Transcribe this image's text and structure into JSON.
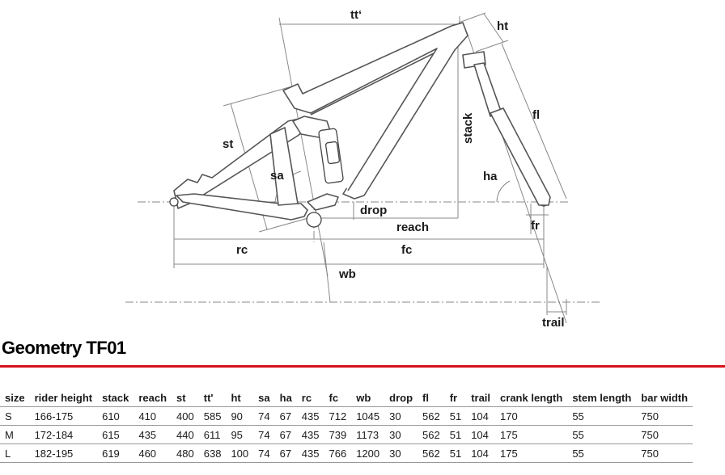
{
  "diagram": {
    "labels": {
      "tt": "tt‘",
      "ht": "ht",
      "fl": "fl",
      "stack": "stack",
      "st": "st",
      "sa": "sa",
      "ha": "ha",
      "drop": "drop",
      "reach": "reach",
      "fr": "fr",
      "rc": "rc",
      "fc": "fc",
      "wb": "wb",
      "trail": "trail"
    }
  },
  "title": "Geometry TF01",
  "table": {
    "headers": [
      "size",
      "rider height",
      "stack",
      "reach",
      "st",
      "tt'",
      "ht",
      "sa",
      "ha",
      "rc",
      "fc",
      "wb",
      "drop",
      "fl",
      "fr",
      "trail",
      "crank length",
      "stem length",
      "bar width"
    ],
    "rows": [
      [
        "S",
        "166-175",
        "610",
        "410",
        "400",
        "585",
        "90",
        "74",
        "67",
        "435",
        "712",
        "1045",
        "30",
        "562",
        "51",
        "104",
        "170",
        "55",
        "750"
      ],
      [
        "M",
        "172-184",
        "615",
        "435",
        "440",
        "611",
        "95",
        "74",
        "67",
        "435",
        "739",
        "1173",
        "30",
        "562",
        "51",
        "104",
        "175",
        "55",
        "750"
      ],
      [
        "L",
        "182-195",
        "619",
        "460",
        "480",
        "638",
        "100",
        "74",
        "67",
        "435",
        "766",
        "1200",
        "30",
        "562",
        "51",
        "104",
        "175",
        "55",
        "750"
      ]
    ]
  },
  "colors": {
    "accent_line": "#d6131b"
  }
}
